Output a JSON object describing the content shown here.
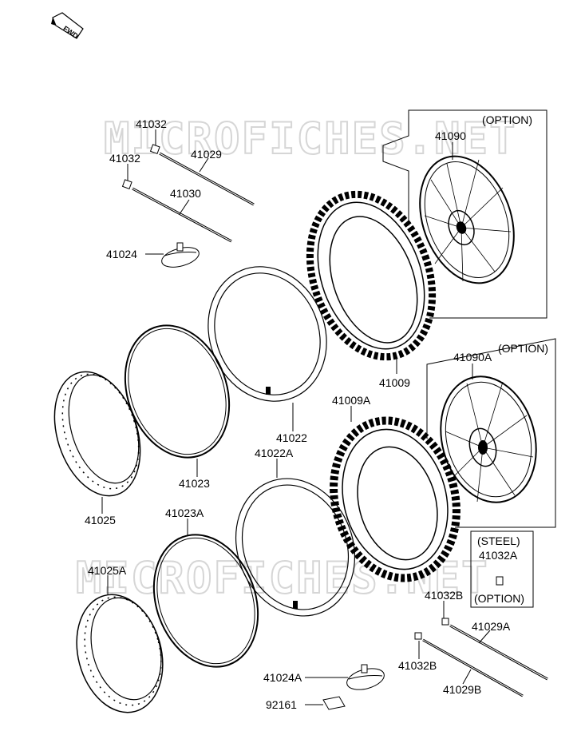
{
  "watermark": "MICROFICHES.NET",
  "fwd_label": "FWD",
  "boxes": {
    "front_wheel_option": "(OPTION)",
    "rear_wheel_option": "(OPTION)",
    "steel": "(STEEL)",
    "steel_option": "(OPTION)"
  },
  "parts": {
    "p41032_top": "41032",
    "p41032_mid": "41032",
    "p41029": "41029",
    "p41030": "41030",
    "p41024": "41024",
    "p41090": "41090",
    "p41009": "41009",
    "p41090A": "41090A",
    "p41009A": "41009A",
    "p41022": "41022",
    "p41022A": "41022A",
    "p41023": "41023",
    "p41025": "41025",
    "p41023A": "41023A",
    "p41025A": "41025A",
    "p41032A": "41032A",
    "p41032B_top": "41032B",
    "p41029A": "41029A",
    "p41032B_bot": "41032B",
    "p41029B": "41029B",
    "p41024A": "41024A",
    "p92161": "92161"
  }
}
